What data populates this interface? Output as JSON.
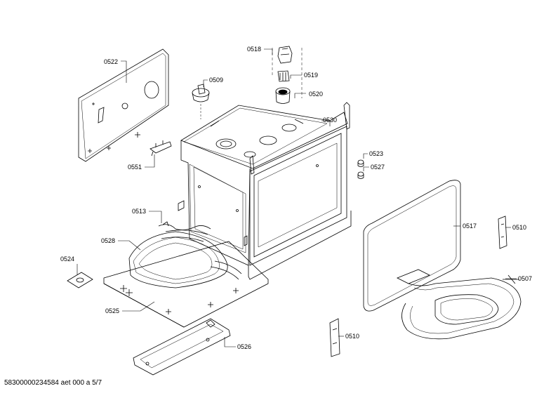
{
  "diagram": {
    "footer": "58300000234584 aet 000 a 5/7",
    "labels": {
      "p0522": "0522",
      "p0518": "0518",
      "p0509": "0509",
      "p0519": "0519",
      "p0520": "0520",
      "p0530": "0530",
      "p0523": "0523",
      "p0527": "0527",
      "p0551": "0551",
      "p0513": "0513",
      "p0528": "0528",
      "p0524": "0524",
      "p0525": "0525",
      "p0526": "0526",
      "p0517": "0517",
      "p0510a": "0510",
      "p0507": "0507",
      "p0510b": "0510"
    }
  }
}
